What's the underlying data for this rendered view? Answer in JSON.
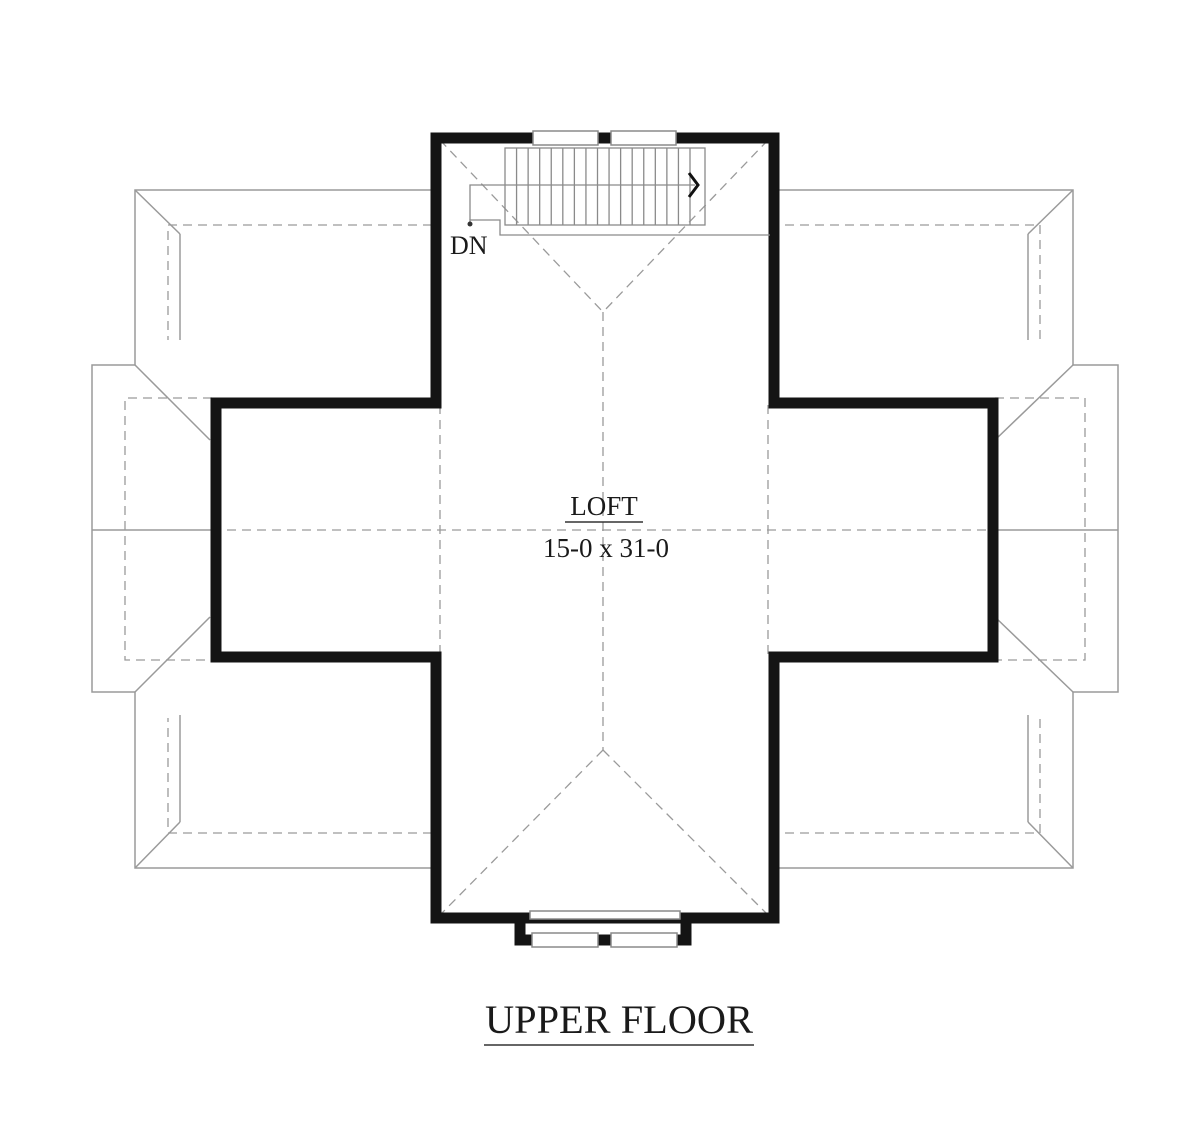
{
  "stair": {
    "label": "DN",
    "treads": 16
  },
  "room": {
    "name": "LOFT",
    "dimensions": "15-0 x 31-0"
  },
  "plan_title": "UPPER FLOOR",
  "colors": {
    "wall": "#141414",
    "roof_line": "#9a9a9a",
    "background": "#ffffff"
  }
}
